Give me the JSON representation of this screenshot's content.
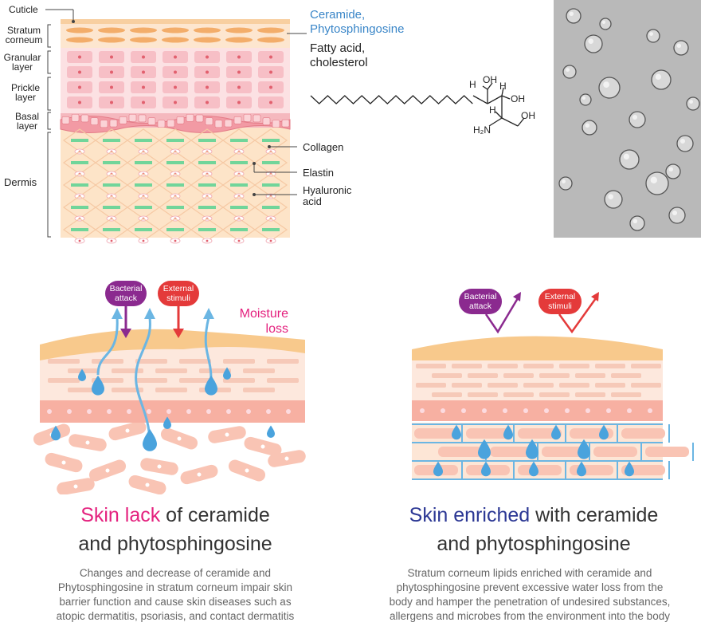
{
  "skin_layers": {
    "cuticle": "Cuticle",
    "stratum": [
      "Stratum",
      "corneum"
    ],
    "granular": [
      "Granular",
      "layer"
    ],
    "prickle": [
      "Prickle",
      "layer"
    ],
    "basal": [
      "Basal",
      "layer"
    ],
    "dermis": "Dermis"
  },
  "dermis_components": {
    "collagen": "Collagen",
    "elastin": "Elastin",
    "hyaluronic": [
      "Hyaluronic",
      "acid"
    ]
  },
  "lipids": {
    "blue_line1": "Ceramide,",
    "blue_line2": "Phytosphingosine",
    "black_line1": "Fatty acid,",
    "black_line2": "cholesterol"
  },
  "molecule_labels": {
    "h1": "H",
    "oh1": "OH",
    "h2": "H",
    "oh2": "OH",
    "oh3": "OH",
    "h2n": "H₂N",
    "h3": "H"
  },
  "left_panel": {
    "bacterial": [
      "Bacterial",
      "attack"
    ],
    "external": [
      "External",
      "stimuli"
    ],
    "moisture": [
      "Moisture",
      "loss"
    ],
    "title_highlight": "Skin lack",
    "title_rest1": " of ceramide",
    "title_line2": "and phytosphingosine",
    "desc": [
      "Changes and decrease of ceramide and",
      "Phytosphingosine in stratum corneum impair skin",
      "barrier function and cause skin diseases such as",
      "atopic dermatitis, psoriasis, and contact dermatitis"
    ]
  },
  "right_panel": {
    "bacterial": [
      "Bacterial",
      "attack"
    ],
    "external": [
      "External",
      "stimuli"
    ],
    "title_highlight": "Skin enriched",
    "title_rest1": " with ceramide",
    "title_line2": "and phytosphingosine",
    "desc": [
      "Stratum corneum lipids enriched with ceramide and",
      "phytosphingosine prevent excessive water loss from the",
      "body and hamper the penetration of undesired substances,",
      "allergens and microbes from the environment into the body"
    ]
  },
  "colors": {
    "magenta": "#e4217e",
    "navy": "#2b3794",
    "purple": "#8b2a8f",
    "red": "#e43a3a",
    "water": "#4aa3dd"
  }
}
